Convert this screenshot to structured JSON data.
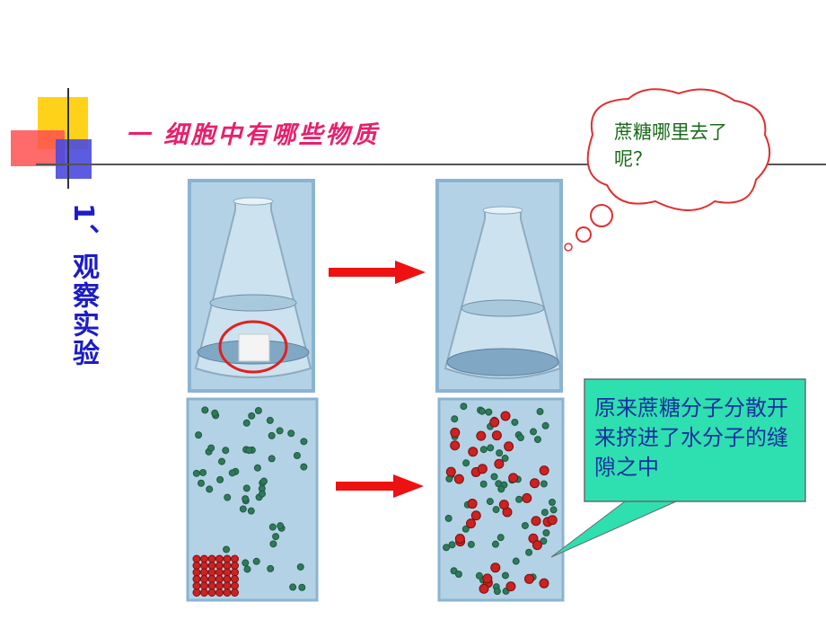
{
  "slide": {
    "title": "一  细胞中有哪些物质",
    "vertical_label": "1、观察实验",
    "thought_bubble": "蔗糖哪里去了呢？",
    "callout": "原来蔗糖分子分散开来挤进了水分子的缝隙之中"
  },
  "colors": {
    "title": "#e8206e",
    "label": "#1c1cc8",
    "thought_text": "#1a6a1a",
    "callout_bg": "#2ee0b0",
    "arrow": "#ee1111",
    "water_bg": "#a8c8e0",
    "sugar_molecule": "#cc2222",
    "water_molecule": "#2e7a5a"
  }
}
